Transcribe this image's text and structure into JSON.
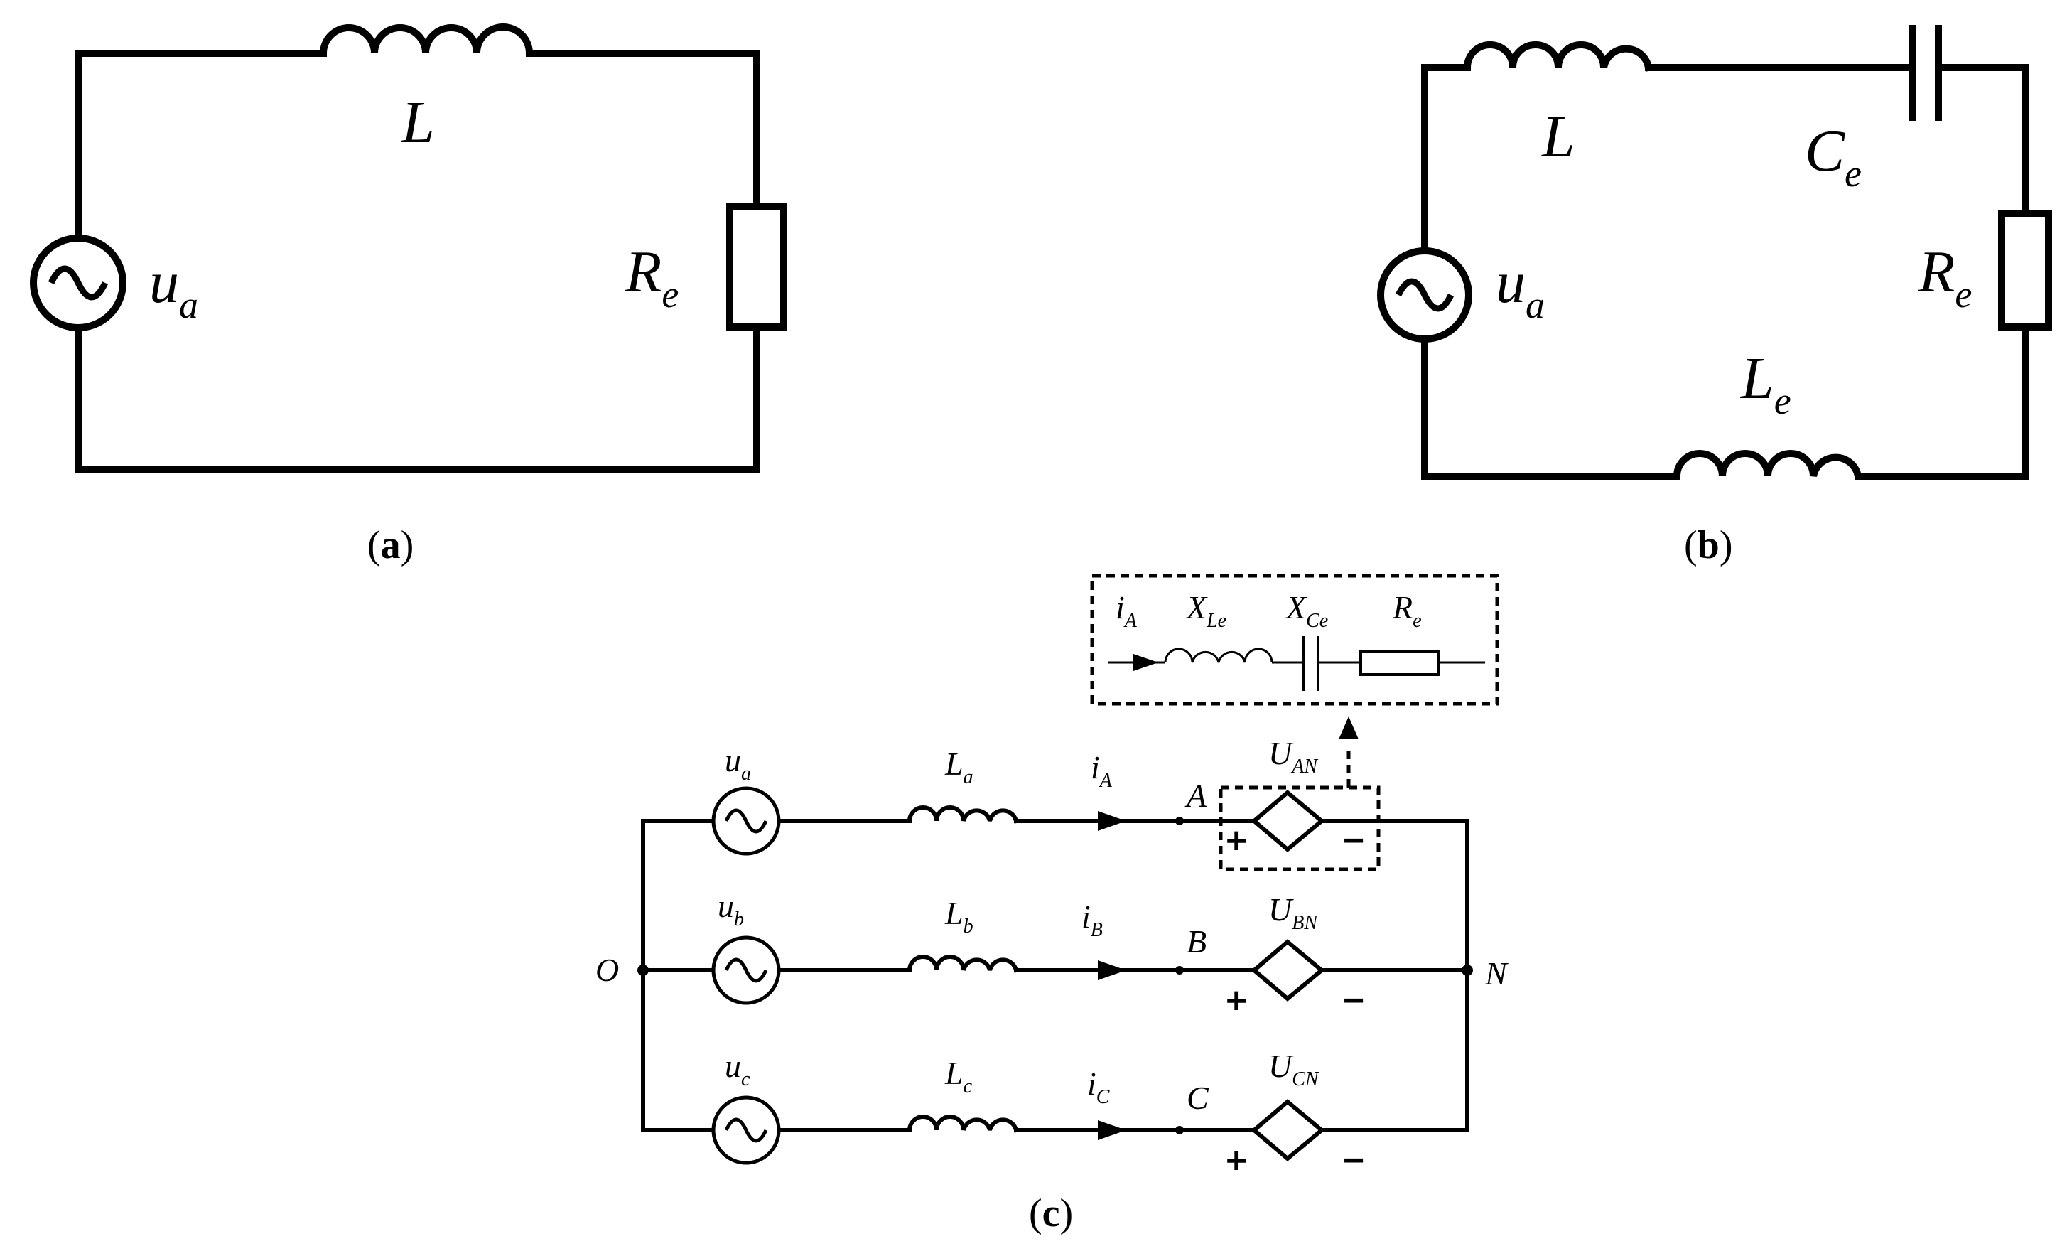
{
  "panels": {
    "a": {
      "caption_open": "(",
      "caption_letter": "a",
      "caption_close": ")",
      "source": {
        "main": "u",
        "sub": "a"
      },
      "inductor": {
        "main": "L",
        "sub": ""
      },
      "resistor": {
        "main": "R",
        "sub": "e"
      }
    },
    "b": {
      "caption_open": "(",
      "caption_letter": "b",
      "caption_close": ")",
      "source": {
        "main": "u",
        "sub": "a"
      },
      "inductor": {
        "main": "L",
        "sub": ""
      },
      "capacitor": {
        "main": "C",
        "sub": "e"
      },
      "resistor": {
        "main": "R",
        "sub": "e"
      },
      "inductor_e": {
        "main": "L",
        "sub": "e"
      }
    },
    "c": {
      "caption_open": "(",
      "caption_letter": "c",
      "caption_close": ")",
      "node_O": "O",
      "node_N": "N",
      "phases": [
        {
          "source": {
            "main": "u",
            "sub": "a"
          },
          "inductor": {
            "main": "L",
            "sub": "a"
          },
          "current": {
            "main": "i",
            "sub": "A"
          },
          "node": "A",
          "voltage": {
            "main": "U",
            "sub": "AN"
          },
          "plus": "+",
          "minus": "−"
        },
        {
          "source": {
            "main": "u",
            "sub": "b"
          },
          "inductor": {
            "main": "L",
            "sub": "b"
          },
          "current": {
            "main": "i",
            "sub": "B"
          },
          "node": "B",
          "voltage": {
            "main": "U",
            "sub": "BN"
          },
          "plus": "+",
          "minus": "−"
        },
        {
          "source": {
            "main": "u",
            "sub": "c"
          },
          "inductor": {
            "main": "L",
            "sub": "c"
          },
          "current": {
            "main": "i",
            "sub": "C"
          },
          "node": "C",
          "voltage": {
            "main": "U",
            "sub": "CN"
          },
          "plus": "+",
          "minus": "−"
        }
      ],
      "inset": {
        "current": {
          "main": "i",
          "sub": "A"
        },
        "reactance_L": {
          "main": "X",
          "sub": "Le"
        },
        "reactance_C": {
          "main": "X",
          "sub": "Ce"
        },
        "resistor": {
          "main": "R",
          "sub": "e"
        }
      }
    }
  }
}
